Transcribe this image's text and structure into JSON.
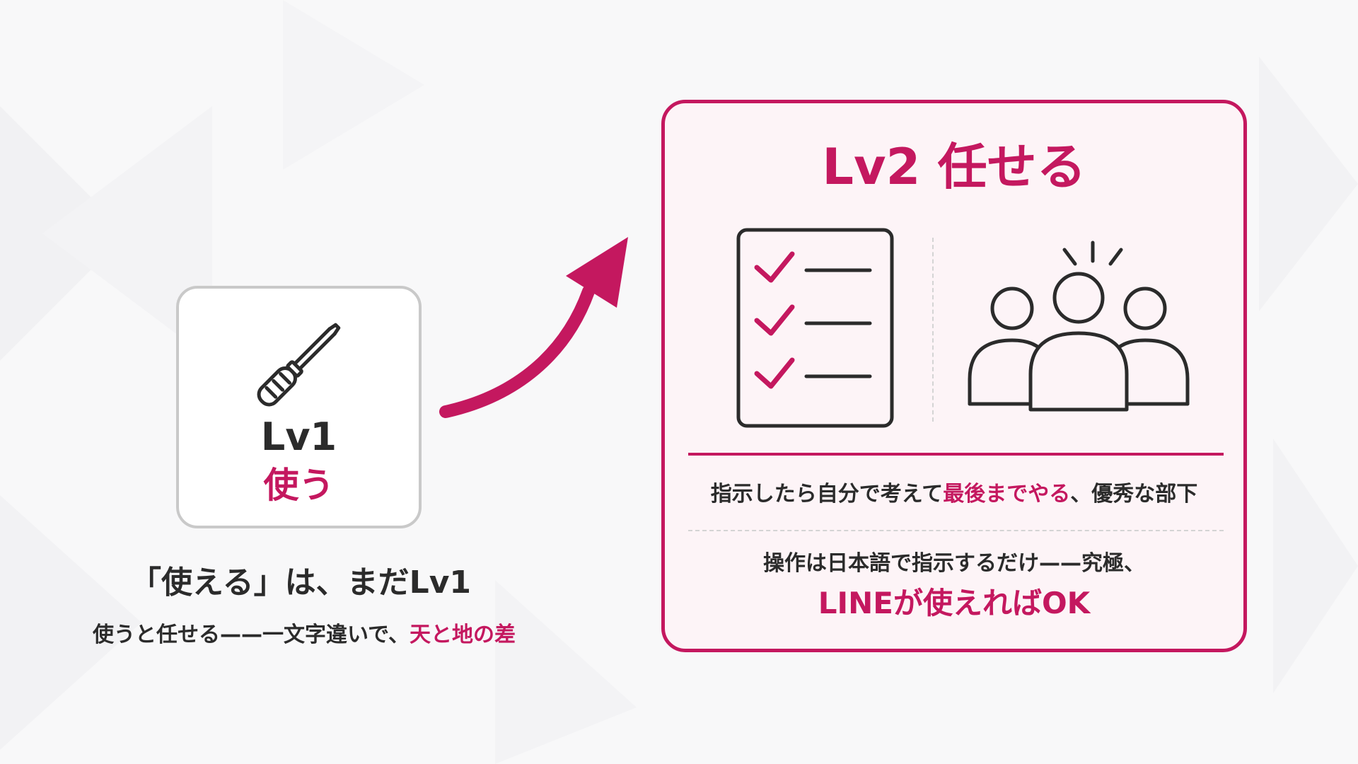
{
  "colors": {
    "accent": "#c4185f",
    "text": "#2b2b2b",
    "card_border": "#c9c9c9",
    "background": "#f8f8f9",
    "lv2_fill": "#fdf4f7"
  },
  "lv1": {
    "icon": "screwdriver-icon",
    "level": "Lv1",
    "name": "使う"
  },
  "caption": {
    "main": "「使える」は、まだLv1",
    "sub_prefix": "使うと任せる——一文字違いで、",
    "sub_accent": "天と地の差"
  },
  "lv2": {
    "title": "Lv2 任せる",
    "icons": [
      "checklist-icon",
      "team-icon"
    ],
    "desc1_prefix": "指示したら自分で考えて",
    "desc1_accent": "最後までやる",
    "desc1_suffix": "、優秀な部下",
    "desc2": "操作は日本語で指示するだけ——究極、",
    "desc3": "LINEが使えればOK"
  }
}
